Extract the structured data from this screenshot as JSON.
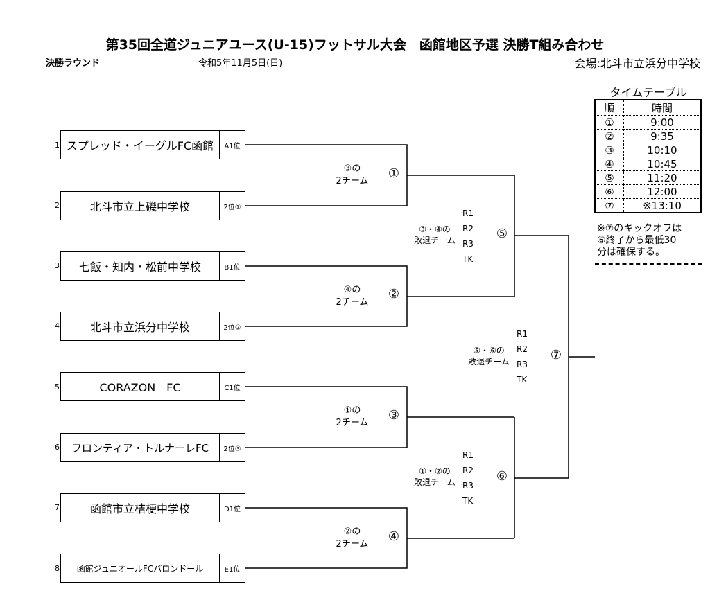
{
  "header": {
    "title": "第35回全道ジュニアユース(U-15)フットサル大会　函館地区予選 決勝T組み合わせ",
    "round": "決勝ラウンド",
    "date": "令和5年11月5日(日)",
    "venue": "会場:北斗市立浜分中学校"
  },
  "teams": [
    {
      "num": "1",
      "name": "スプレッド・イーグルFC函館",
      "seed": "A1位"
    },
    {
      "num": "2",
      "name": "北斗市立上磯中学校",
      "seed": "2位①"
    },
    {
      "num": "3",
      "name": "七飯・知内・松前中学校",
      "seed": "B1位"
    },
    {
      "num": "4",
      "name": "北斗市立浜分中学校",
      "seed": "2位②"
    },
    {
      "num": "5",
      "name": "CORAZON　FC",
      "seed": "C1位"
    },
    {
      "num": "6",
      "name": "フロンティア・トルナーレFC",
      "seed": "2位③"
    },
    {
      "num": "7",
      "name": "函館市立桔梗中学校",
      "seed": "D1位"
    },
    {
      "num": "8",
      "name": "函館ジュニオールFCバロンドール",
      "seed": "E1位"
    }
  ],
  "matches": [
    {
      "num": "①",
      "feed_line1": "③の",
      "feed_line2": "2チーム"
    },
    {
      "num": "②",
      "feed_line1": "④の",
      "feed_line2": "2チーム"
    },
    {
      "num": "③",
      "feed_line1": "①の",
      "feed_line2": "2チーム"
    },
    {
      "num": "④",
      "feed_line1": "②の",
      "feed_line2": "2チーム"
    },
    {
      "num": "⑤",
      "loser_line1": "③・④の",
      "loser_line2": "敗退チーム"
    },
    {
      "num": "⑥",
      "loser_line1": "①・②の",
      "loser_line2": "敗退チーム"
    },
    {
      "num": "⑦",
      "loser_line1": "⑤・⑥の",
      "loser_line2": "敗退チーム"
    }
  ],
  "referee_roles": [
    "R1",
    "R2",
    "R3",
    "TK"
  ],
  "timetable": {
    "title": "タイムテーブル",
    "header_order": "順",
    "header_time": "時間",
    "rows": [
      {
        "order": "①",
        "time": "9:00"
      },
      {
        "order": "②",
        "time": "9:35"
      },
      {
        "order": "③",
        "time": "10:10"
      },
      {
        "order": "④",
        "time": "10:45"
      },
      {
        "order": "⑤",
        "time": "11:20"
      },
      {
        "order": "⑥",
        "time": "12:00"
      },
      {
        "order": "⑦",
        "time": "※13:10"
      }
    ],
    "note_line1": "※⑦のキックオフは",
    "note_line2": "⑥終了から最低30",
    "note_line3": "分は確保する。"
  }
}
